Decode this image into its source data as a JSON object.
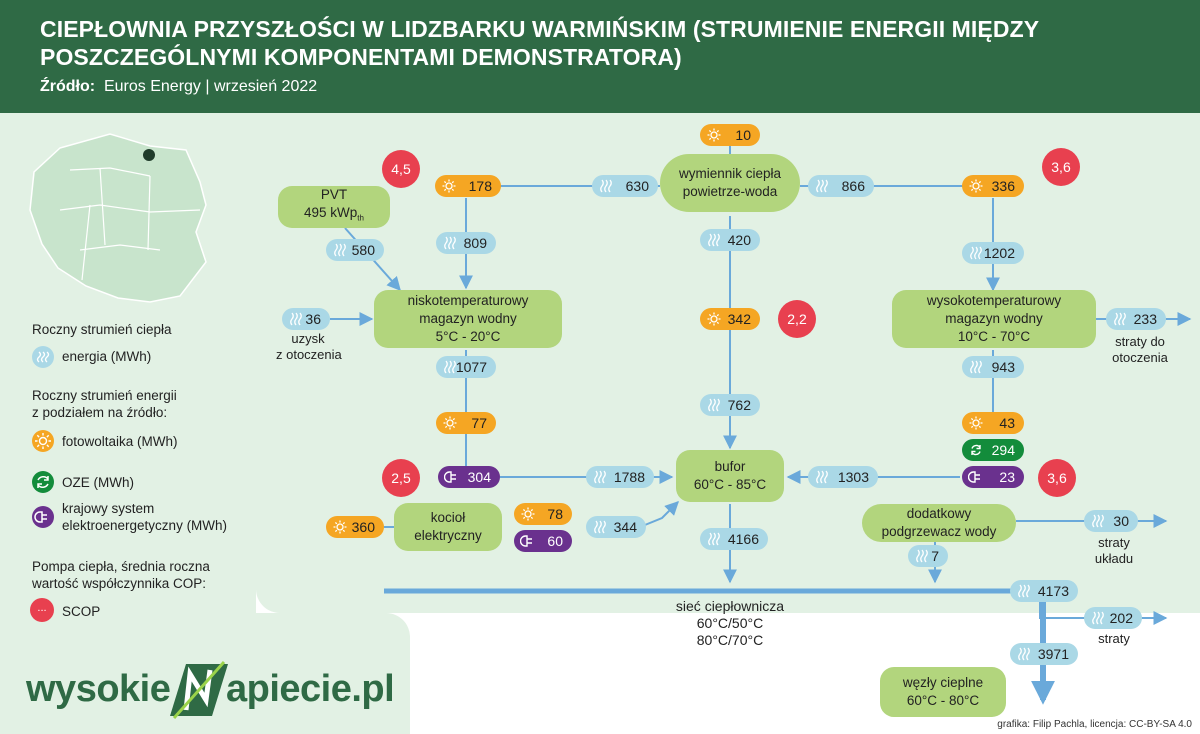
{
  "header": {
    "title_line1": "CIEPŁOWNIA PRZYSZŁOŚCI W LIDZBARKU WARMIŃSKIM (STRUMIENIE ENERGII MIĘDZY",
    "title_line2": "POSZCZEGÓLNYMI KOMPONENTAMI DEMONSTRATORA)",
    "source_label": "Źródło:",
    "source_text": "Euros Energy | wrzesień 2022"
  },
  "legend": {
    "heat_title": "Roczny strumień ciepła",
    "heat_item": "energia (MWh)",
    "energy_title_1": "Roczny strumień energii",
    "energy_title_2": "z podziałem na źródło:",
    "pv_item": "fotowoltaika (MWh)",
    "oze_item": "OZE (MWh)",
    "grid_item_1": "krajowy system",
    "grid_item_2": "elektroenergetyczny (MWh)",
    "scop_title_1": "Pompa ciepła, średnia roczna",
    "scop_title_2": "wartość współczynnika COP:",
    "scop_symbol": "...",
    "scop_item": "SCOP"
  },
  "nodes": {
    "pvt_line1": "PVT",
    "pvt_line2": "495 kWp",
    "pvt_sub": "th",
    "air_line1": "wymiennik ciepła",
    "air_line2": "powietrze-woda",
    "lowtemp_line1": "niskotemperaturowy",
    "lowtemp_line2": "magazyn wodny",
    "lowtemp_line3": "5°C - 20°C",
    "hightemp_line1": "wysokotemperaturowy",
    "hightemp_line2": "magazyn wodny",
    "hightemp_line3": "10°C - 70°C",
    "bufor_line1": "bufor",
    "bufor_line2": "60°C - 85°C",
    "boiler_line1": "kocioł",
    "boiler_line2": "elektryczny",
    "addheater_line1": "dodatkowy",
    "addheater_line2": "podgrzewacz wody",
    "nodes_line1": "węzły cieplne",
    "nodes_line2": "60°C - 80°C"
  },
  "flows": {
    "sun_top": "10",
    "sun_left": "178",
    "heat_630": "630",
    "heat_866": "866",
    "sun_right": "336",
    "heat_580": "580",
    "heat_809": "809",
    "heat_420": "420",
    "heat_1202": "1202",
    "heat_36": "36",
    "sun_342": "342",
    "heat_233": "233",
    "heat_1077": "1077",
    "heat_943": "943",
    "sun_77": "77",
    "heat_762": "762",
    "sun_43": "43",
    "oze_294": "294",
    "grid_304": "304",
    "heat_1788": "1788",
    "heat_1303": "1303",
    "grid_23": "23",
    "sun_360": "360",
    "sun_78": "78",
    "grid_60": "60",
    "heat_344": "344",
    "heat_30": "30",
    "heat_4166": "4166",
    "heat_7": "7",
    "heat_4173": "4173",
    "heat_202": "202",
    "heat_3971": "3971"
  },
  "scop": {
    "s_left_top": "4,5",
    "s_right_top": "3,6",
    "s_middle": "2,2",
    "s_left_bottom": "2,5",
    "s_right_bottom": "3,6"
  },
  "labels": {
    "ambient_1": "uzysk",
    "ambient_2": "z otoczenia",
    "loss_env_1": "straty do",
    "loss_env_2": "otoczenia",
    "loss_sys_1": "straty",
    "loss_sys_2": "układu",
    "network_1": "sieć ciepłownicza",
    "network_2": "60°C/50°C",
    "network_3": "80°C/70°C",
    "loss_net": "straty"
  },
  "logo": {
    "part1": "wysokie",
    "part2": "apiecie.pl"
  },
  "credit": "grafika: Filip Pachla, licencja: CC-BY-SA 4.0",
  "colors": {
    "header_bg": "#2f6a45",
    "panel_bg": "#e2f1e4",
    "node_bg": "#b2d57d",
    "heat": "#aad8e6",
    "pv": "#f5a623",
    "oze": "#138c3b",
    "grid": "#6a318e",
    "scop": "#e8404f",
    "arrow": "#6aa9da"
  }
}
